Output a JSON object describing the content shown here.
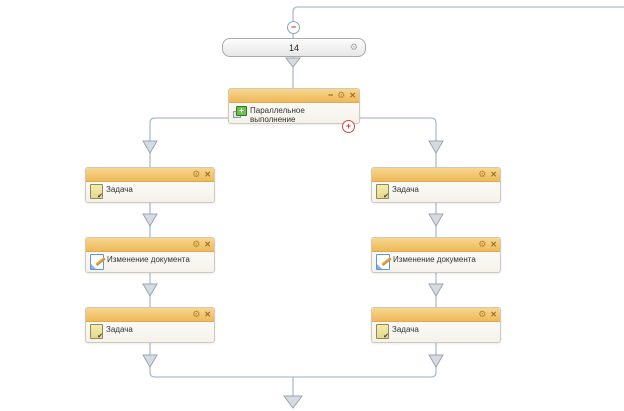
{
  "icons": {
    "gear": "⚙",
    "close": "✕",
    "minimize": "−",
    "add": "+",
    "collapse": "−"
  },
  "group_node": {
    "label": "14"
  },
  "parallel_node": {
    "title": "Параллельное выполнение"
  },
  "branches": [
    {
      "side": "left",
      "nodes": [
        {
          "type": "task",
          "title": "Задача"
        },
        {
          "type": "document-edit",
          "title": "Изменение документа"
        },
        {
          "type": "task",
          "title": "Задача"
        }
      ]
    },
    {
      "side": "right",
      "nodes": [
        {
          "type": "task",
          "title": "Задача"
        },
        {
          "type": "document-edit",
          "title": "Изменение документа"
        },
        {
          "type": "task",
          "title": "Задача"
        }
      ]
    }
  ],
  "colors": {
    "node_header": "#f0c06a",
    "wire": "#adbccf",
    "arrow_fill": "#d7dbe1",
    "add_badge": "#cf4848",
    "collapse_badge_minus": "#cc2222"
  }
}
